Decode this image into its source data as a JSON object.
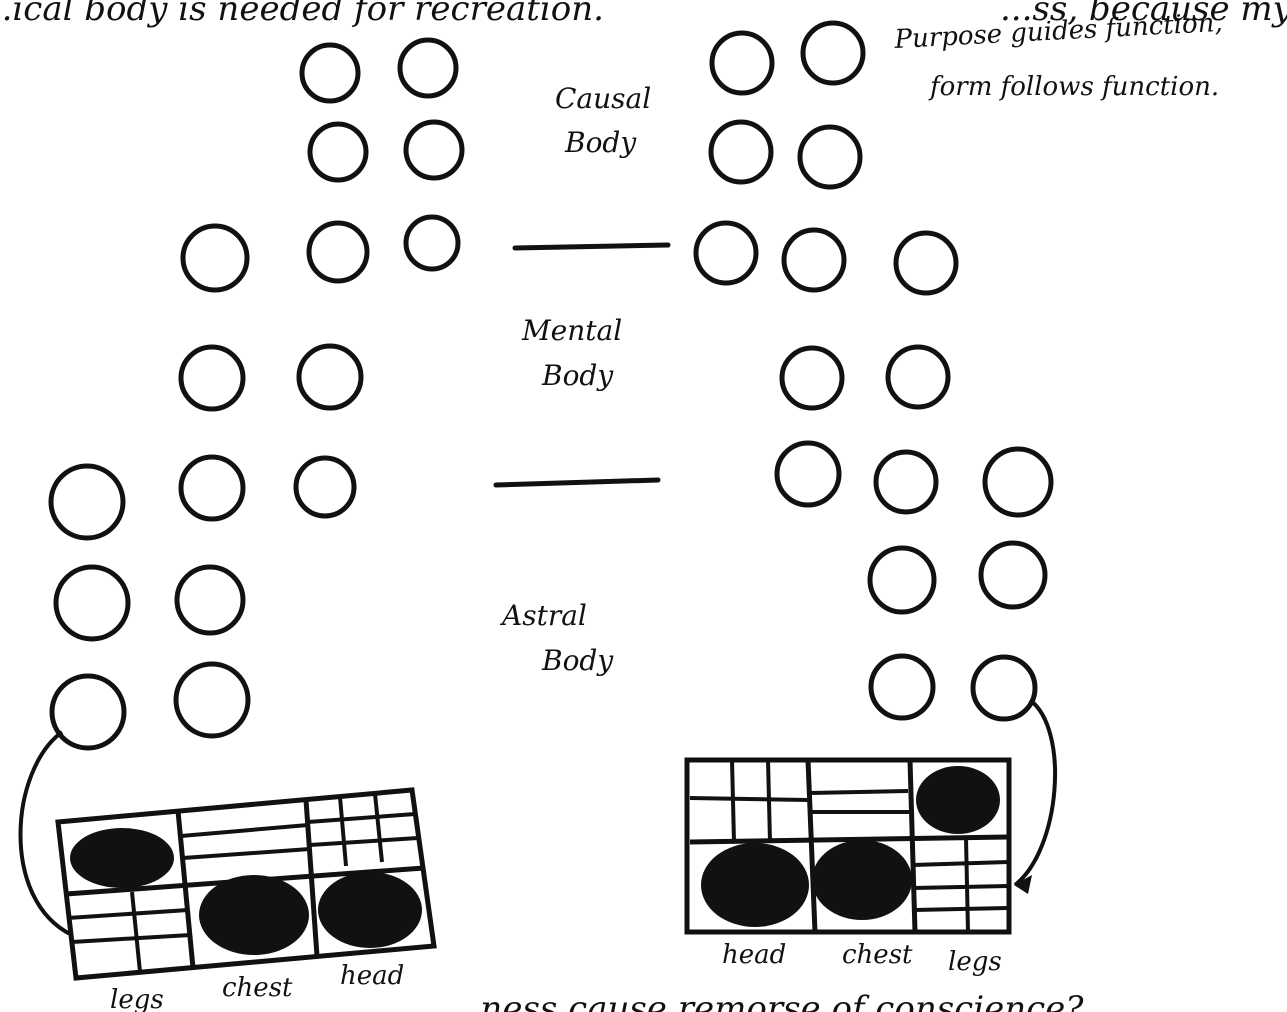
{
  "top_text": {
    "left_fragment": "...ical body is needed for recreation.",
    "right_line1": "...ss, because my",
    "right_line2": "Purpose guides function,",
    "right_line3": "form follows function."
  },
  "labels": {
    "causal_line1": "Causal",
    "causal_line2": "Body",
    "mental_line1": "Mental",
    "mental_line2": "Body",
    "astral_line1": "Astral",
    "astral_line2": "Body"
  },
  "left_grid": {
    "col_labels": [
      "legs",
      "chest",
      "head"
    ]
  },
  "right_grid": {
    "col_labels": [
      "head",
      "chest",
      "legs"
    ]
  },
  "bottom_text": "...ness cause remorse of conscience?",
  "colors": {
    "ink": "#111111",
    "paper": "#ffffff"
  }
}
